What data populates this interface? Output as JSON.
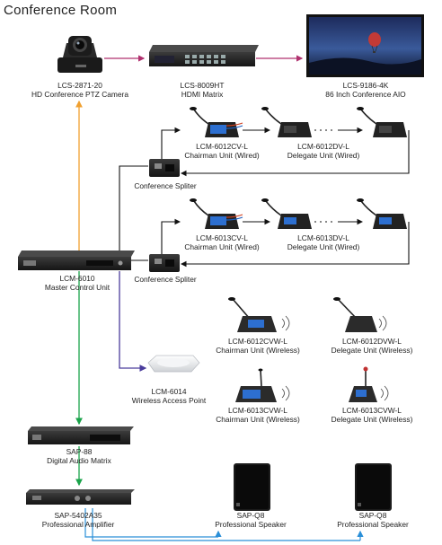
{
  "title": "Conference Room",
  "devices": {
    "camera": {
      "model": "LCS-2871-20",
      "desc": "HD Conference PTZ Camera"
    },
    "matrix": {
      "model": "LCS-8009HT",
      "desc": "HDMI  Matrix"
    },
    "aio": {
      "model": "LCS-9186-4K",
      "desc": "86 Inch Conference AIO"
    },
    "chair_wired_1": {
      "model": "LCM-6012CV-L",
      "desc": "Chairman Unit (Wired)"
    },
    "delegate_wired_1": {
      "model": "LCM-6012DV-L",
      "desc": "Delegate Unit (Wired)"
    },
    "splitter_1": {
      "desc": "Conference Spliter"
    },
    "chair_wired_2": {
      "model": "LCM-6013CV-L",
      "desc": "Chairman Unit (Wired)"
    },
    "delegate_wired_2": {
      "model": "LCM-6013DV-L",
      "desc": "Delegate Unit (Wired)"
    },
    "master": {
      "model": "LCM-6010",
      "desc": "Master Control Unit"
    },
    "splitter_2": {
      "desc": "Conference Spliter"
    },
    "chair_wireless_1": {
      "model": "LCM-6012CVW-L",
      "desc": "Chairman Unit (Wireless)"
    },
    "delegate_wireless_1": {
      "model": "LCM-6012DVW-L",
      "desc": "Delegate Unit (Wireless)"
    },
    "ap": {
      "model": "LCM-6014",
      "desc": "Wireless Access Point"
    },
    "chair_wireless_2": {
      "model": "LCM-6013CVW-L",
      "desc": "Chairman Unit (Wireless)"
    },
    "delegate_wireless_2": {
      "model": "LCM-6013CVW-L",
      "desc": "Delegate Unit (Wireless)"
    },
    "dsp": {
      "model": "SAP-88",
      "desc": "Digital Audio Matrix"
    },
    "amp": {
      "model": "SAP-5402A35",
      "desc": "Professional Amplifier"
    },
    "speaker_1": {
      "model": "SAP-Q8",
      "desc": "Professional Speaker"
    },
    "speaker_2": {
      "model": "SAP-Q8",
      "desc": "Professional Speaker"
    }
  },
  "colors": {
    "hdmi": "#b0306e",
    "camera_control": "#f0a030",
    "audio": "#1aa34a",
    "wireless_link": "#4a3c9c",
    "speaker_cable": "#2a8fd8",
    "conference_bus": "#111111"
  }
}
